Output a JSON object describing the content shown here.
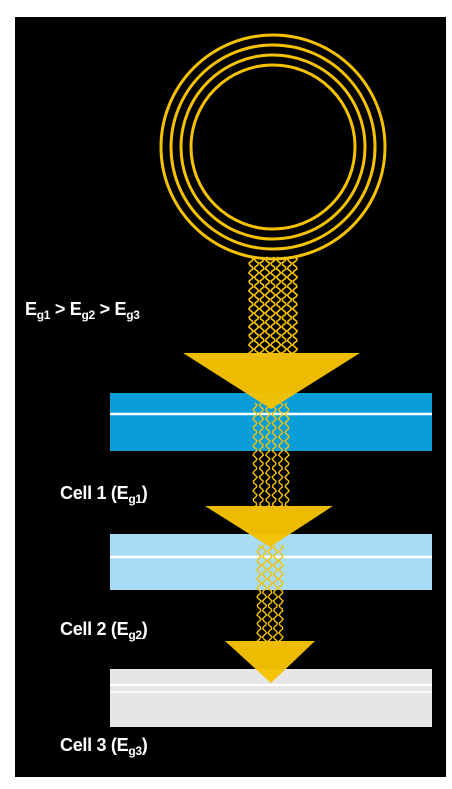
{
  "relation_label": {
    "items": [
      {
        "base": "E",
        "sub": "g1"
      },
      {
        "sep": " > "
      },
      {
        "base": "E",
        "sub": "g2"
      },
      {
        "sep": " > "
      },
      {
        "base": "E",
        "sub": "g3"
      }
    ]
  },
  "cells": [
    {
      "name": "Cell 1",
      "gap": {
        "base": "E",
        "sub": "g1"
      },
      "color": "#0a9ed9",
      "stripe": "#ffffff"
    },
    {
      "name": "Cell 2",
      "gap": {
        "base": "E",
        "sub": "g2"
      },
      "color": "#a8dcf5",
      "stripe": "#ffffff"
    },
    {
      "name": "Cell 3",
      "gap": {
        "base": "E",
        "sub": "g3"
      },
      "color": "#e6e6e6",
      "stripe": "#ffffff"
    }
  ],
  "colors": {
    "background": "#000000",
    "light": "#f5c200",
    "text": "#ffffff"
  }
}
